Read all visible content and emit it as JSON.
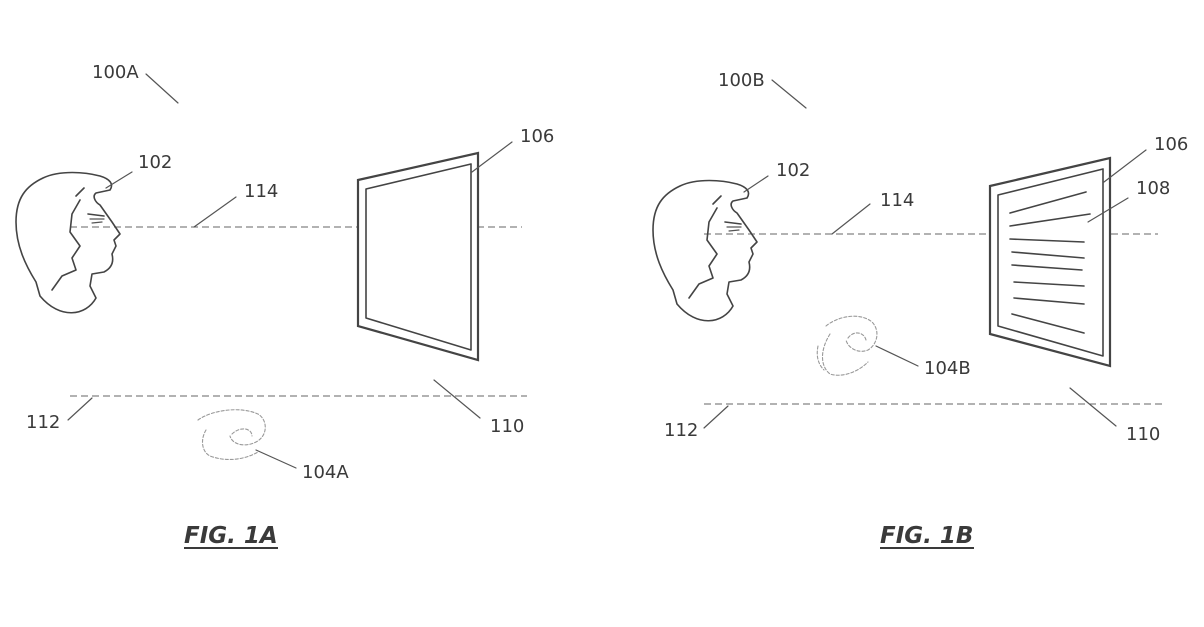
{
  "figure_a": {
    "caption": "FIG. 1A",
    "labels": {
      "system": "100A",
      "user": "102",
      "hand": "104A",
      "display": "106",
      "display_plane": "110",
      "hand_plane": "112",
      "gaze_line": "114"
    }
  },
  "figure_b": {
    "caption": "FIG. 1B",
    "labels": {
      "system": "100B",
      "user": "102",
      "hand": "104B",
      "display": "106",
      "content": "108",
      "display_plane": "110",
      "hand_plane": "112",
      "gaze_line": "114"
    }
  }
}
